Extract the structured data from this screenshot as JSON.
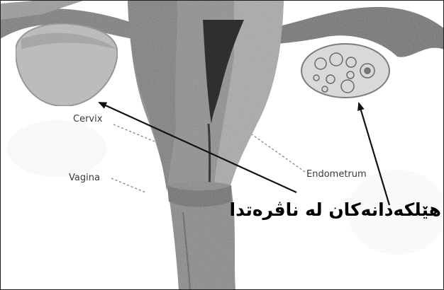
{
  "labels": {
    "cervix": "Cervix",
    "vagina": "Vagina",
    "endometrium": "Endometrum"
  },
  "caption": "هێلکەدانەکان لە ناڤرەتدا",
  "colors": {
    "tissue_dark": "#5e5e5e",
    "tissue_mid": "#8a8a8a",
    "tissue_light": "#b9b9b9",
    "cavity": "#2b2b2b",
    "ovary": "#c7c7c7",
    "arrow": "#111111"
  },
  "icons": [
    "arrow-to-left-ovary",
    "arrow-to-right-ovary"
  ]
}
